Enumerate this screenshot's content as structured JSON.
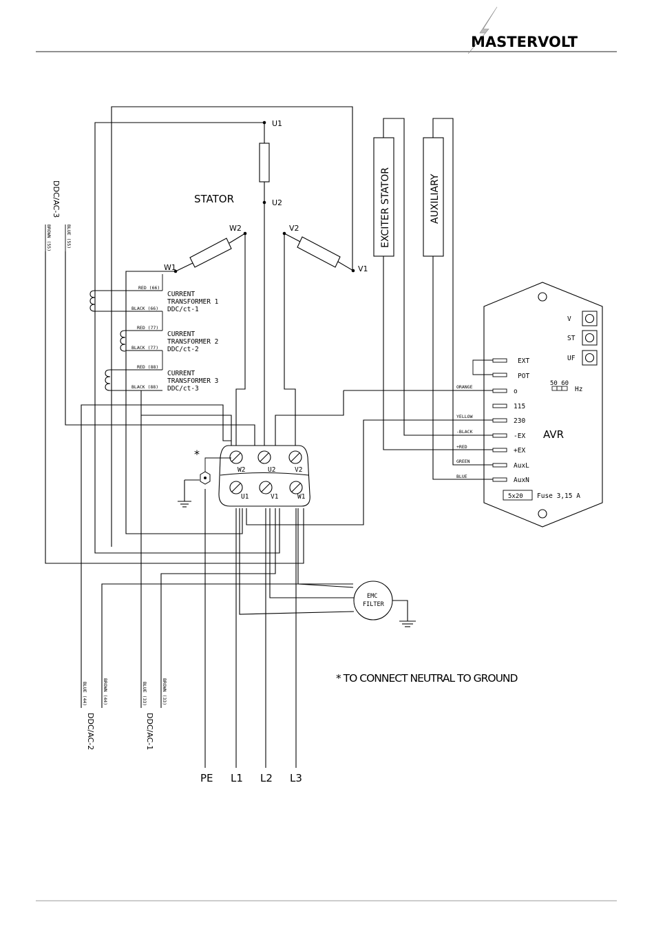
{
  "header": {
    "brand": "MASTERVOLT"
  },
  "stator": {
    "label": "STATOR",
    "U1": "U1",
    "U2": "U2",
    "W1": "W1",
    "W2": "W2",
    "V1": "V1",
    "V2": "V2"
  },
  "exciter_stator": "EXCITER STATOR",
  "auxiliary": "AUXILIARY",
  "ddc_ac_3": {
    "title": "DDC/AC-3",
    "brown": "BROWN (55)",
    "blue": "BLUE (55)"
  },
  "current_transformers": [
    {
      "red": "RED (66)",
      "black": "BLACK (66)",
      "line1": "CURRENT",
      "line2": "TRANSFORMER 1",
      "line3": "DDC/ct-1"
    },
    {
      "red": "RED (77)",
      "black": "BLACK (77)",
      "line1": "CURRENT",
      "line2": "TRANSFORMER 2",
      "line3": "DDC/ct-2"
    },
    {
      "red": "RED (88)",
      "black": "BLACK (88)",
      "line1": "CURRENT",
      "line2": "TRANSFORMER 3",
      "line3": "DDC/ct-3"
    }
  ],
  "avr": {
    "label": "AVR",
    "pots": [
      "V",
      "ST",
      "UF"
    ],
    "terminals": [
      "EXT",
      "POT",
      "o",
      "115",
      "230",
      "-EX",
      "+EX",
      "AuxL",
      "AuxN"
    ],
    "wire_labels": {
      "orange": "ORANGE",
      "yellow": "YELLOW",
      "black": "-BLACK",
      "red": "+RED",
      "green": "GREEN",
      "blue": "BLUE"
    },
    "freq": "50 60",
    "hz": "Hz",
    "fuse_size": "5x20",
    "fuse": "Fuse 3,15 A"
  },
  "terminal_block": {
    "marker": "*",
    "top": [
      "W2",
      "U2",
      "V2"
    ],
    "bottom": [
      "U1",
      "V1",
      "W1"
    ]
  },
  "emc": {
    "line1": "EMC",
    "line2": "FILTER"
  },
  "ddc_ac_2": {
    "title": "DDC/AC-2",
    "blue": "BLUE (44)",
    "brown": "BROWN (44)"
  },
  "ddc_ac_1": {
    "title": "DDC/AC-1",
    "blue": "BLUE (33)",
    "brown": "BROWN (33)"
  },
  "outputs": [
    "PE",
    "L1",
    "L2",
    "L3"
  ],
  "note": "*  TO CONNECT NEUTRAL TO GROUND"
}
